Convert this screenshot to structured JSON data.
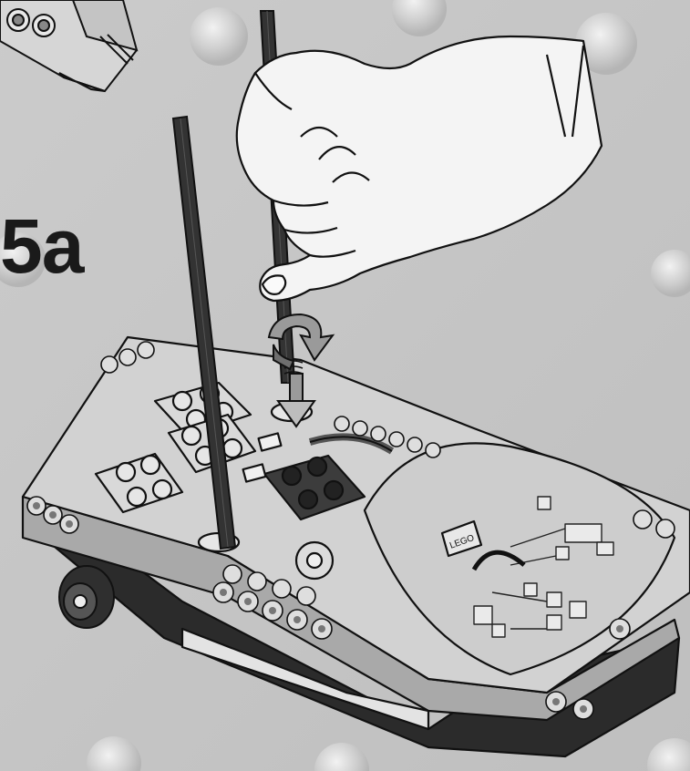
{
  "step": {
    "label": "5a"
  },
  "rcx": {
    "brand_text": "LEGO",
    "brand_text_circuit": "LEGO"
  },
  "icons": {
    "hand": "hand-icon",
    "rotate_arrow": "rotate-arrow-icon",
    "down_arrow": "down-arrow-icon",
    "axle": "axle-icon"
  },
  "colors": {
    "background": "#c8c8c8",
    "brick_body": "#d4d4d4",
    "brick_shadow": "#7a7a7a",
    "axle": "#333333",
    "dark_plate": "#444444",
    "glove": "#f2f2f2",
    "outline": "#111111"
  }
}
